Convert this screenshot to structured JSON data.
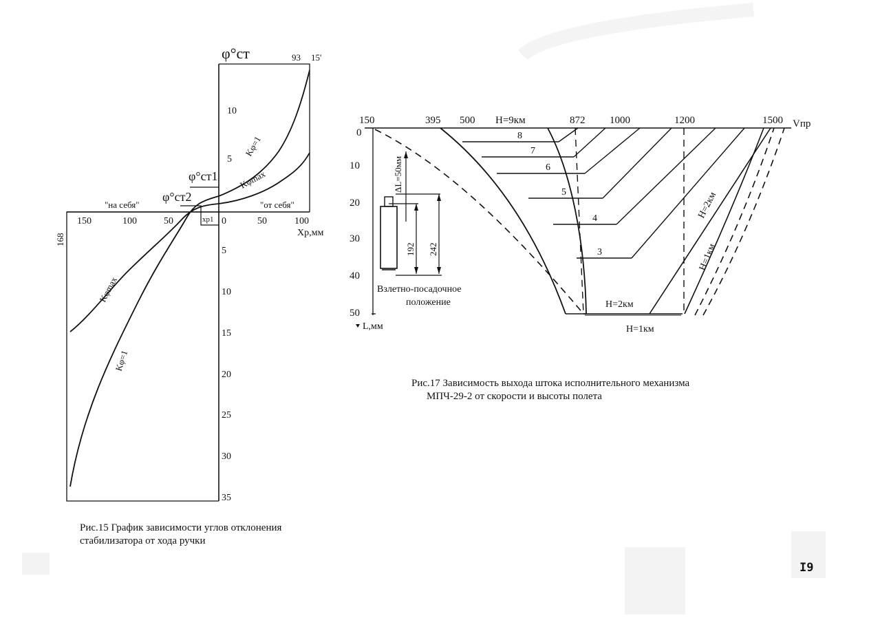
{
  "page_number": "I9",
  "fig15": {
    "caption_line1": "Рис.15 График зависимости углов отклонения",
    "caption_line2": "стабилизатора от хода ручки",
    "phi_axis_label": "φ°ст",
    "top_right_label_93": "93",
    "top_right_label_15": "15'",
    "phi_st1": "φ°ст1",
    "phi_st2": "φ°ст2",
    "xp_label": "Xp,мм",
    "na_sebya": "\"на себя\"",
    "ot_sebya": "\"от себя\"",
    "xp1": "xp1",
    "value_168": "168",
    "curve_k1": "Kφ=1",
    "curve_kmax": "Kφmax",
    "chart_data": {
      "type": "line",
      "xlabel": "Xp,мм",
      "ylabel": "φ°ст",
      "x_ticks_left": [
        "150",
        "100",
        "50"
      ],
      "x_ticks_right": [
        "0",
        "50",
        "100"
      ],
      "y_ticks_up": [
        "5",
        "10"
      ],
      "y_ticks_down": [
        "5",
        "10",
        "15",
        "20",
        "25",
        "30",
        "35"
      ],
      "series": [
        {
          "name": "Kφ=1",
          "x": [
            -168,
            -140,
            -110,
            -80,
            -55,
            -35,
            -10,
            0,
            20,
            50,
            75,
            93
          ],
          "y": [
            -33.5,
            -28,
            -18,
            -8,
            -2.5,
            0,
            0.8,
            1.5,
            3.5,
            6,
            9.5,
            15
          ]
        },
        {
          "name": "Kφmax",
          "x": [
            -168,
            -140,
            -110,
            -80,
            -55,
            -35,
            -10,
            0,
            30,
            60,
            100
          ],
          "y": [
            -14.5,
            -11.5,
            -9,
            -5,
            -2.3,
            0,
            0.3,
            0.6,
            1.8,
            3.2,
            6
          ]
        }
      ]
    }
  },
  "fig17": {
    "caption_line1": "Рис.17 Зависимость выхода штока исполнительного механизма",
    "caption_line2": "МПЧ-29-2 от скорости и высоты полета",
    "x_ticks": [
      "150",
      "395",
      "500",
      "872",
      "1000",
      "1200",
      "1500"
    ],
    "x_axis_label": "Vпр",
    "h9": "H=9км",
    "y_ticks": [
      "0",
      "10",
      "20",
      "30",
      "40",
      "50"
    ],
    "y_axis_label": "L,мм",
    "dl_label": "ΔL=50мм",
    "dim_192": "192",
    "dim_242": "242",
    "takeoff_line1": "Взлетно-посадочное",
    "takeoff_line2": "положение",
    "h2_bottom": "H=2км",
    "h1_bottom": "H=1км",
    "h2_right": "H=2км",
    "h1_right": "H=1км",
    "altitude_labels": [
      "8",
      "7",
      "6",
      "5",
      "4",
      "3"
    ],
    "chart_data": {
      "type": "line",
      "xlabel": "Vпр",
      "ylabel": "L,мм",
      "x_ticks": [
        150,
        395,
        500,
        872,
        1000,
        1200,
        1500
      ],
      "y_ticks": [
        0,
        10,
        20,
        30,
        40,
        50
      ],
      "series": [
        {
          "name": "8",
          "value": 8
        },
        {
          "name": "7",
          "value": 7
        },
        {
          "name": "6",
          "value": 6
        },
        {
          "name": "5",
          "value": 5
        },
        {
          "name": "4",
          "value": 4
        },
        {
          "name": "3",
          "value": 3
        },
        {
          "name": "H=2км",
          "value": 2
        },
        {
          "name": "H=1км",
          "value": 1
        }
      ]
    }
  }
}
